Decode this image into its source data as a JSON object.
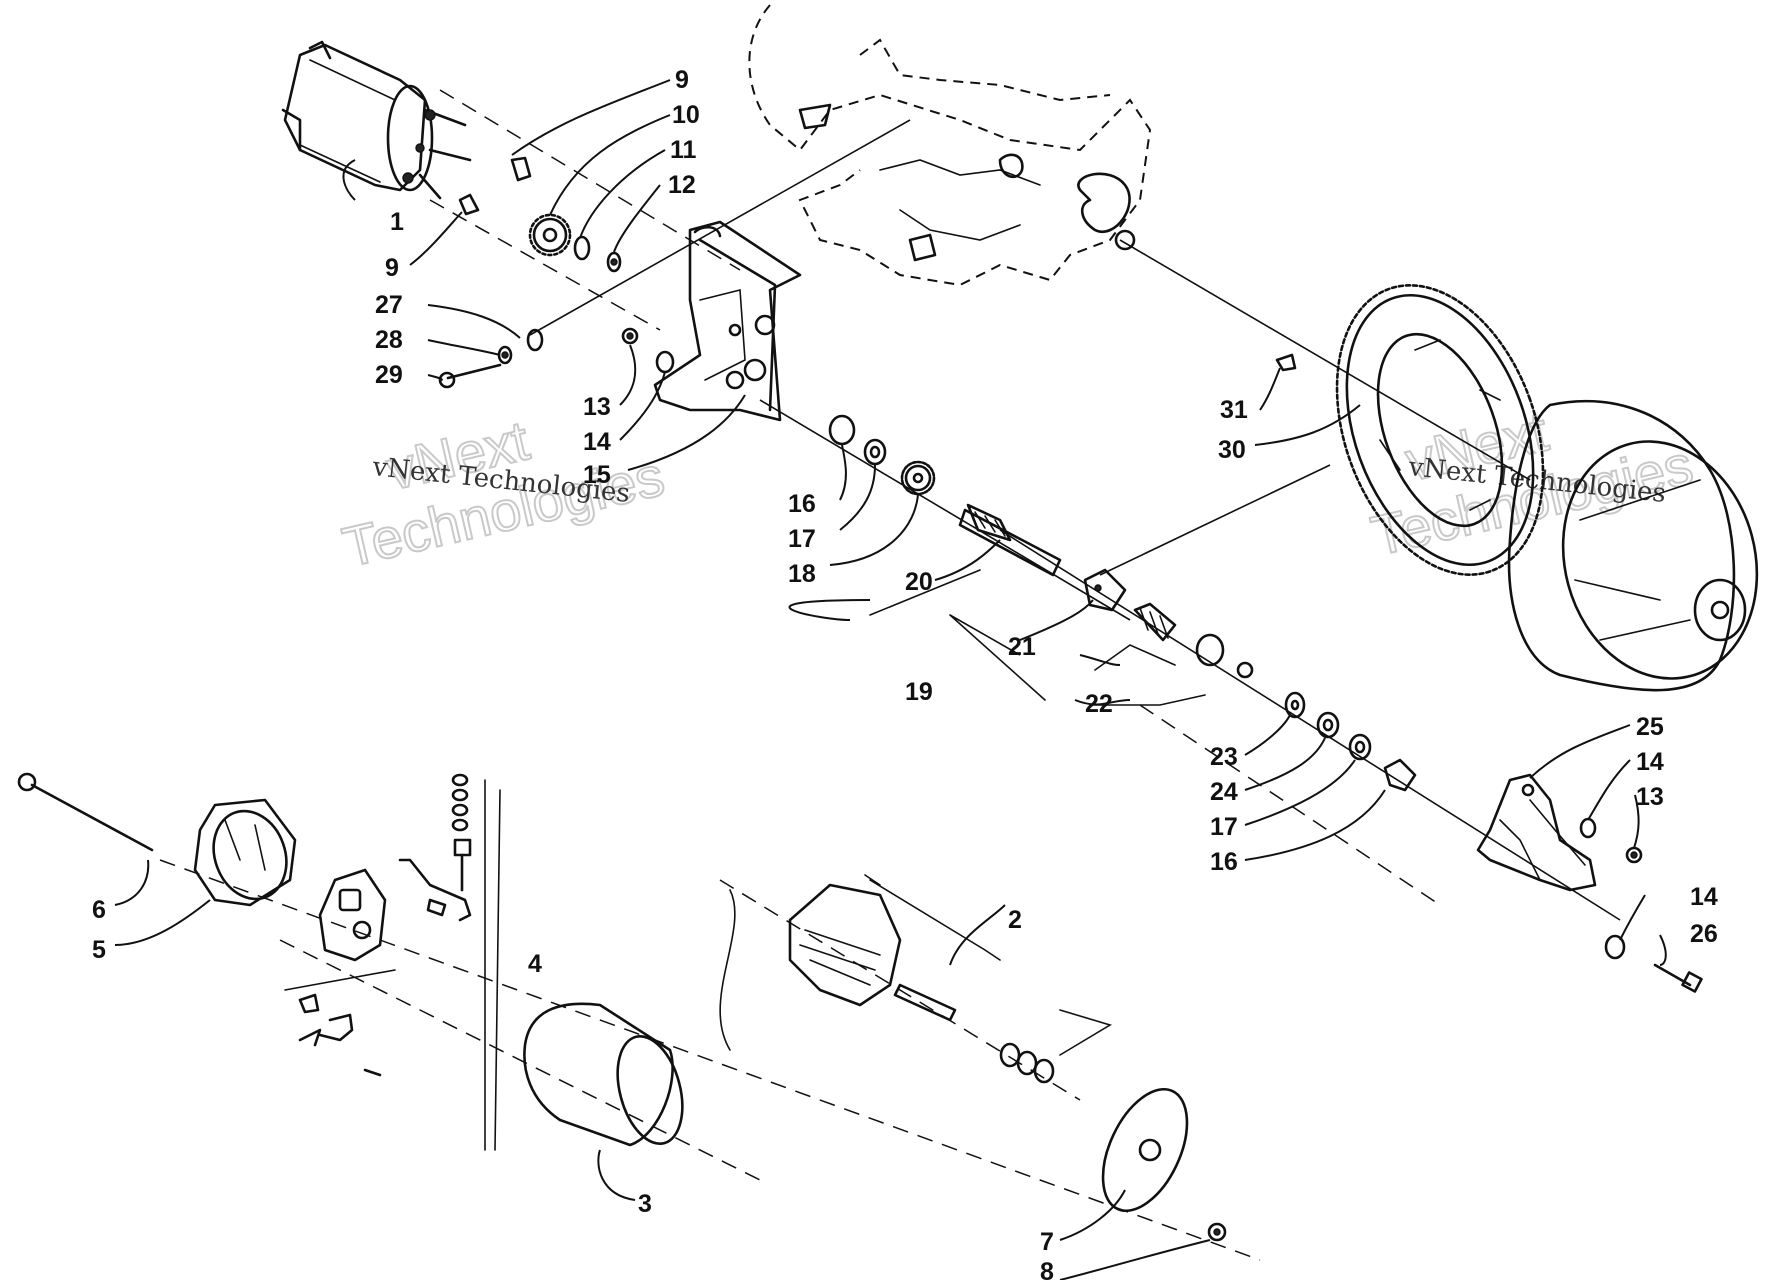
{
  "diagram": {
    "kind": "exploded parts view - electric starter assembly"
  },
  "watermarks": [
    {
      "line1": "vNext",
      "line2": "Technologies"
    },
    {
      "line1": "vNext",
      "line2": "Technologies"
    }
  ],
  "watermark_small": [
    "vNext Technologies",
    "vNext Technologies"
  ],
  "callouts": {
    "c1": "1",
    "c9a": "9",
    "c9b": "9",
    "c10": "10",
    "c11": "11",
    "c12": "12",
    "c27": "27",
    "c28": "28",
    "c29": "29",
    "c13a": "13",
    "c14a": "14",
    "c15": "15",
    "c16a": "16",
    "c17a": "17",
    "c18": "18",
    "c20": "20",
    "c19": "19",
    "c21": "21",
    "c22": "22",
    "c31": "31",
    "c30": "30",
    "c23": "23",
    "c24": "24",
    "c17b": "17",
    "c16b": "16",
    "c25": "25",
    "c14b": "14",
    "c13b": "13",
    "c14c": "14",
    "c26": "26",
    "c6": "6",
    "c5": "5",
    "c4": "4",
    "c2": "2",
    "c3": "3",
    "c7": "7",
    "c8": "8"
  }
}
